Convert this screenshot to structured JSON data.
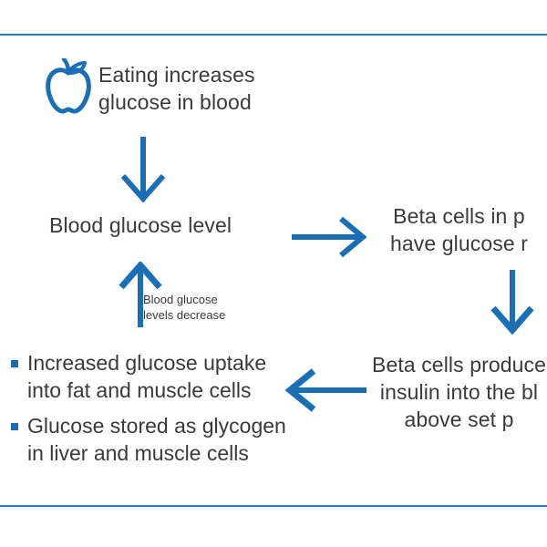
{
  "slide": {
    "background_color": "#ffffff",
    "accent_color": "#1a6eb5",
    "rule_color": "#2b7cc9",
    "text_color": "#3a3a3a"
  },
  "nodes": {
    "eating": {
      "icon": "apple-icon",
      "line1": "Eating increases",
      "line2": "glucose in blood"
    },
    "blood_glucose_level": {
      "label": "Blood glucose level"
    },
    "decrease_label": {
      "line1": "Blood glucose",
      "line2": "levels decrease"
    },
    "beta_cells_sense": {
      "line1": "Beta cells in p",
      "line2": "have glucose r"
    },
    "beta_cells_produce": {
      "line1": "Beta cells produce",
      "line2": "insulin into the bl",
      "line3": "above set p"
    },
    "uptake_list": {
      "items": [
        {
          "line1": "Increased glucose uptake",
          "line2": "into fat and muscle cells"
        },
        {
          "line1": "Glucose stored as glycogen",
          "line2": "in liver and muscle cells"
        }
      ]
    }
  },
  "arrows": {
    "down_1": "arrow-down-icon",
    "up_1": "arrow-up-icon",
    "right_1": "arrow-right-icon",
    "down_2": "arrow-down-icon",
    "left_1": "arrow-left-icon"
  }
}
